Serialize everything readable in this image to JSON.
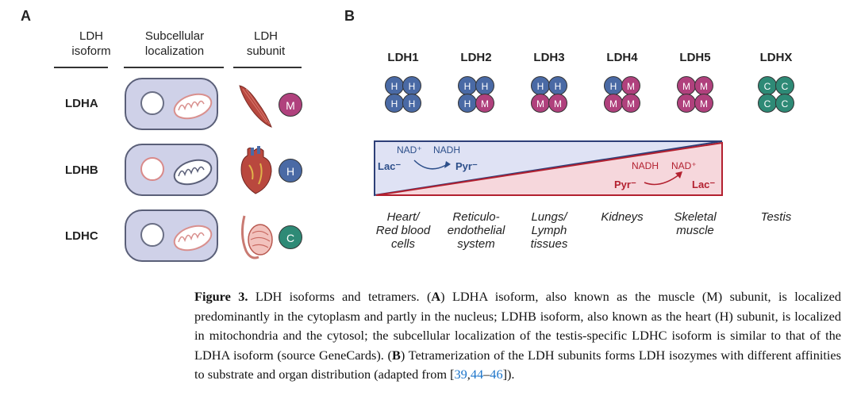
{
  "panel_a": {
    "letter": "A",
    "headers": [
      {
        "line1": "LDH",
        "line2": "isoform"
      },
      {
        "line1": "Subcellular",
        "line2": "localization"
      },
      {
        "line1": "LDH",
        "line2": "subunit"
      }
    ],
    "rows": [
      {
        "label": "LDHA",
        "subunit": "M",
        "subunit_color": "#b0417d",
        "organ_icon": "muscle-icon"
      },
      {
        "label": "LDHB",
        "subunit": "H",
        "subunit_color": "#4a6aa5",
        "organ_icon": "heart-icon"
      },
      {
        "label": "LDHC",
        "subunit": "C",
        "subunit_color": "#2e8a76",
        "organ_icon": "testis-icon"
      }
    ]
  },
  "panel_b": {
    "letter": "B",
    "isozymes": [
      {
        "name": "LDH1",
        "subunits": [
          "H",
          "H",
          "H",
          "H"
        ],
        "tissue": [
          "Heart/",
          "Red blood",
          "cells"
        ]
      },
      {
        "name": "LDH2",
        "subunits": [
          "H",
          "H",
          "H",
          "M"
        ],
        "tissue": [
          "Reticulo-",
          "endothelial",
          "system"
        ]
      },
      {
        "name": "LDH3",
        "subunits": [
          "H",
          "H",
          "M",
          "M"
        ],
        "tissue": [
          "Lungs/",
          "Lymph",
          "tissues"
        ]
      },
      {
        "name": "LDH4",
        "subunits": [
          "H",
          "M",
          "M",
          "M"
        ],
        "tissue": [
          "Kidneys"
        ]
      },
      {
        "name": "LDH5",
        "subunits": [
          "M",
          "M",
          "M",
          "M"
        ],
        "tissue": [
          "Skeletal",
          "muscle"
        ]
      },
      {
        "name": "LDHX",
        "subunits": [
          "C",
          "C",
          "C",
          "C"
        ],
        "tissue": [
          "Testis"
        ]
      }
    ],
    "colors": {
      "H": "#4a6aa5",
      "M": "#b0417d",
      "C": "#2e8a76"
    },
    "reaction_top": {
      "cofactor_in": "NAD⁺",
      "cofactor_out": "NADH",
      "substrate": "Lac⁻",
      "product": "Pyr⁻",
      "color": "#2d4f8a"
    },
    "reaction_bottom": {
      "cofactor_in": "NADH",
      "cofactor_out": "NAD⁺",
      "substrate": "Pyr⁻",
      "product": "Lac⁻",
      "color": "#b3202f"
    }
  },
  "caption": {
    "label": "Figure 3.",
    "text1": " LDH isoforms and tetramers. (",
    "a": "A",
    "text2": ") LDHA isoform, also known as the muscle (M) subunit, is localized predominantly in the cytoplasm and partly in the nucleus; LDHB isoform, also known as the heart (H) subunit, is localized in mitochondria and the cytosol; the subcellular localization of the testis-specific LDHC isoform is similar to that of the LDHA isoform (source GeneCards). (",
    "b": "B",
    "text3": ") Tetramerization of the LDH subunits forms LDH isozymes with different affinities to substrate and organ distribution (adapted from [",
    "ref1": "39",
    "sep1": ",",
    "ref2": "44",
    "sep2": "–",
    "ref3": "46",
    "text4": "])."
  }
}
